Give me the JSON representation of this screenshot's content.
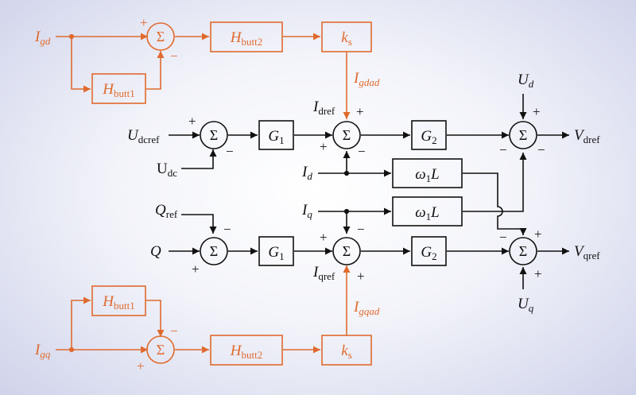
{
  "colors": {
    "black": "#111111",
    "orange": "#e06a2e"
  },
  "sum_symbol": "Σ",
  "signs": {
    "plus": "+",
    "minus": "−"
  },
  "filters": {
    "butt1": {
      "main": "H",
      "sub": "butt1"
    },
    "butt2": {
      "main": "H",
      "sub": "butt2"
    },
    "ks": {
      "main": "k",
      "sub": "s"
    }
  },
  "controllers": {
    "g1": {
      "main": "G",
      "sub": "1"
    },
    "g2": {
      "main": "G",
      "sub": "2"
    },
    "coupling": {
      "pre": "ω",
      "sub": "1",
      "post": "L"
    }
  },
  "signals": {
    "igd": {
      "main": "I",
      "sub": "gd"
    },
    "igq": {
      "main": "I",
      "sub": "gq"
    },
    "igdad": {
      "main": "I",
      "sub": "gdad"
    },
    "igqad": {
      "main": "I",
      "sub": "gqad"
    },
    "udcref": {
      "main": "U",
      "sub": "dcref"
    },
    "udc": {
      "main": "U",
      "sub": "dc"
    },
    "qref": {
      "main": "Q",
      "sub": "ref"
    },
    "q": {
      "main": "Q"
    },
    "idref": {
      "main": "I",
      "sub": "dref"
    },
    "iqref": {
      "main": "I",
      "sub": "qref"
    },
    "id": {
      "main": "I",
      "sub": "d"
    },
    "iq": {
      "main": "I",
      "sub": "q"
    },
    "ud": {
      "main": "U",
      "sub": "d"
    },
    "uq": {
      "main": "U",
      "sub": "q"
    },
    "vdref": {
      "main": "V",
      "sub": "dref"
    },
    "vqref": {
      "main": "V",
      "sub": "qref"
    }
  }
}
